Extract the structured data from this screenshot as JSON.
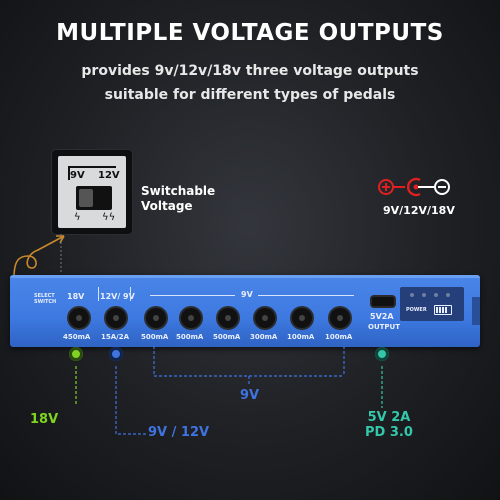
{
  "header": {
    "title": "MULTIPLE VOLTAGE OUTPUTS",
    "line1": "provides 9v/12v/18v three voltage outputs",
    "line2": "suitable for different types of pedals"
  },
  "switch": {
    "left_label": "9V",
    "right_label": "12V",
    "caption_line1": "Switchable",
    "caption_line2": "Voltage"
  },
  "polarity": {
    "label": "9V/12V/18V",
    "colors": {
      "red": "#e02020",
      "white": "#ffffff"
    }
  },
  "device": {
    "select_switch": "SELECT SWITCH",
    "label_18v": "18V",
    "label_12_9v": "12V/ 9V",
    "label_9v_group": "9V",
    "outputs": [
      {
        "current": "450mA"
      },
      {
        "current": "15A/2A"
      },
      {
        "current": "500mA"
      },
      {
        "current": "500mA"
      },
      {
        "current": "500mA"
      },
      {
        "current": "300mA"
      },
      {
        "current": "100mA"
      },
      {
        "current": "100mA"
      }
    ],
    "usb_label_line1": "5V2A",
    "usb_label_line2": "OUTPUT",
    "power_label": "POWER"
  },
  "callouts": {
    "v18": "18V",
    "v9_12": "9V / 12V",
    "v9": "9V",
    "usb_line1": "5V 2A",
    "usb_line2": "PD 3.0",
    "colors": {
      "green": "#7fd321",
      "blue": "#3f73e0",
      "teal": "#34c7a9"
    }
  }
}
